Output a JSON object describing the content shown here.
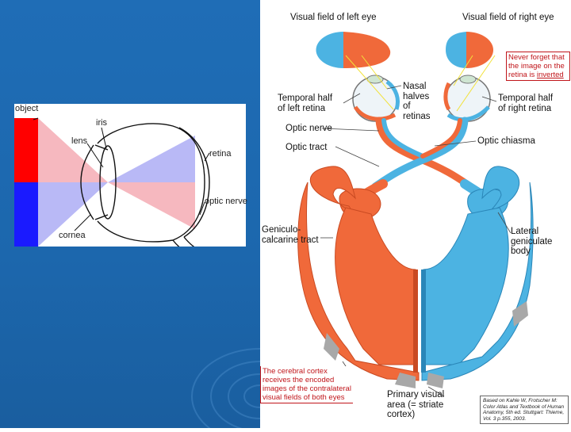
{
  "eye_diagram": {
    "object_label": "object",
    "iris_label": "iris",
    "lens_label": "lens",
    "retina_label": "retina",
    "optic_nerve_label": "optic nerve",
    "cornea_label": "cornea",
    "colors": {
      "top": "#ff0000",
      "bottom": "#1a1aff",
      "top_light": "#f6b8bf",
      "bottom_light": "#b9b9f6"
    }
  },
  "visual_pathway": {
    "title_left": "Visual field of left eye",
    "title_right": "Visual field of right eye",
    "note_inverted_prefix": "Never forget that the image on the retina is ",
    "note_inverted_word": "inverted",
    "temporal_left": "Temporal half of left retina",
    "nasal_halves": "Nasal halves of retinas",
    "temporal_right": "Temporal half of right retina",
    "optic_nerve": "Optic nerve",
    "optic_tract": "Optic tract",
    "optic_chiasma": "Optic chiasma",
    "geniculo_tract": "Geniculo-calcarine tract",
    "lateral_geniculate": "Lateral geniculate body",
    "cortex_note": "The cerebral cortex receives the encoded images of the contralateral visual fields of both eyes",
    "primary_visual": "Primary visual area (= striate cortex)",
    "credit": "Based on Kahle W, Frotscher M: Color Atlas and Textbook of Human Anatomy, 5th ed. Stuttgart: Thieme, Vol. 3 p.355, 2003.",
    "colors": {
      "left": "#f0693a",
      "right": "#4cb3e2",
      "left_dark": "#c94a22",
      "right_dark": "#2a86b8",
      "grey": "#a8a8a8"
    }
  }
}
